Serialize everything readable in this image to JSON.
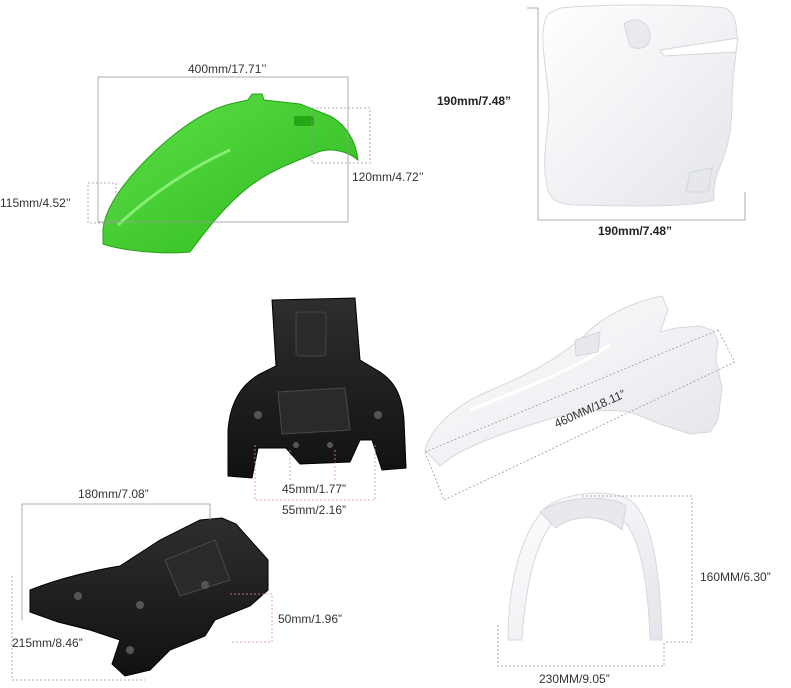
{
  "colors": {
    "green_part": "#3fd32a",
    "white_part": "#f2f3f5",
    "black_part": "#1e1e1e",
    "dim_line": "#999999",
    "dim_line_red": "#d98b8b"
  },
  "parts": {
    "front_fender": {
      "width_label": "400mm/17.71’’",
      "depth_label": "120mm/4.72’’",
      "height_label": "115mm/4.52’’"
    },
    "number_plate": {
      "height_label": "190mm/7.48”",
      "width_label": "190mm/7.48”"
    },
    "fork_guard_black": {
      "inner_label": "45mm/1.77”",
      "outer_label": "55mm/2.16”"
    },
    "rear_fender": {
      "length_label": "460MM/18.11”"
    },
    "headlight_mask": {
      "width_label": "180mm/7.08”",
      "height_label": "215mm/8.46”",
      "depth_label": "50mm/1.96”"
    },
    "front_plate_arch": {
      "height_label": "160MM/6.30”",
      "width_label": "230MM/9.05”"
    }
  }
}
